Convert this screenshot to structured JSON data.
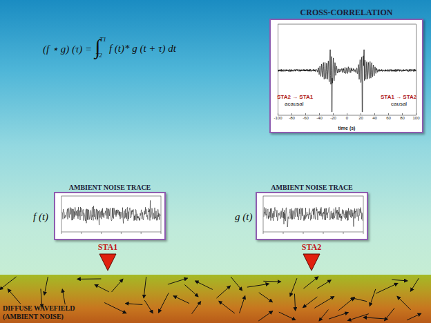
{
  "diagram": {
    "nodes": [
      {
        "text": [
          "CROSS-CORRELATION"
        ]
      },
      {
        "text": [
          "AMBIENT NOISE TRACE"
        ]
      },
      {
        "text": [
          "AMBIENT NOISE TRACE"
        ]
      }
    ],
    "labels": [
      "(f ⋆ g) (τ) =",
      "∫",
      "T1",
      "T2",
      "f (t)* g (t + τ) dt",
      "STA2 → STA1",
      "acausal",
      "STA1 → STA2",
      "causal",
      "-100",
      "-80",
      "-60",
      "-40",
      "-20",
      "0",
      "20",
      "40",
      "60",
      "80",
      "100",
      "time (s)",
      "f (t)",
      "g (t)",
      "STA1",
      "STA2",
      "DIFFUSE WAVEFIELD (AMBIENT NOISE)"
    ]
  }
}
